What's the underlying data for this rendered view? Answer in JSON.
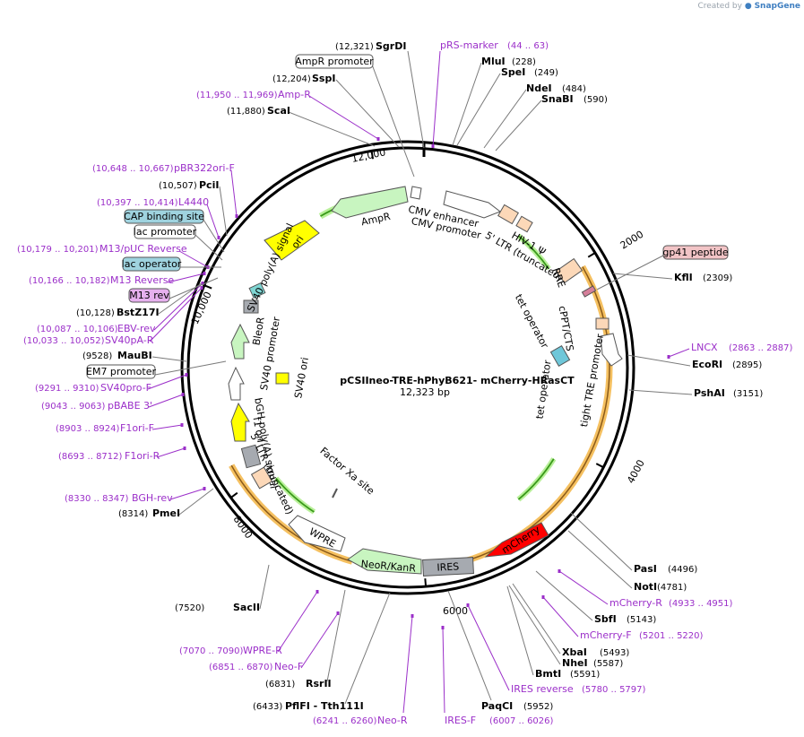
{
  "credit": {
    "prefix": "Created by",
    "brand": "SnapGene"
  },
  "plasmid": {
    "name": "pCSIIneo-TRE-hPhyB621- mCherry-HRasCT",
    "length": "12,323 bp"
  },
  "ruler_ticks": [
    "2000",
    "4000",
    "6000",
    "8000",
    "10,000",
    "12,000"
  ],
  "sites": [
    {
      "name": "SgrDI",
      "pos": "(12,321)"
    },
    {
      "name": "MluI",
      "pos": "(228)"
    },
    {
      "name": "SpeI",
      "pos": "(249)"
    },
    {
      "name": "NdeI",
      "pos": "(484)"
    },
    {
      "name": "SnaBI",
      "pos": "(590)"
    },
    {
      "name": "SspI",
      "pos": "(12,204)"
    },
    {
      "name": "ScaI",
      "pos": "(11,880)"
    },
    {
      "name": "PciI",
      "pos": "(10,507)"
    },
    {
      "name": "KflI",
      "pos": "(2309)"
    },
    {
      "name": "EcoRI",
      "pos": "(2895)"
    },
    {
      "name": "PshAI",
      "pos": "(3151)"
    },
    {
      "name": "BstZ17I",
      "pos": "(10,128)"
    },
    {
      "name": "MauBI",
      "pos": "(9528)"
    },
    {
      "name": "PmeI",
      "pos": "(8314)"
    },
    {
      "name": "PasI",
      "pos": "(4496)"
    },
    {
      "name": "NotI",
      "pos": "(4781)"
    },
    {
      "name": "SbfI",
      "pos": "(5143)"
    },
    {
      "name": "XbaI",
      "pos": "(5493)"
    },
    {
      "name": "NheI",
      "pos": "(5587)"
    },
    {
      "name": "BmtI",
      "pos": "(5591)"
    },
    {
      "name": "PaqCI",
      "pos": "(5952)"
    },
    {
      "name": "SacII",
      "pos": "(7520)"
    },
    {
      "name": "RsrII",
      "pos": "(6831)"
    },
    {
      "name": "PflFI - Tth111I",
      "pos": "(6433)"
    }
  ],
  "primers": [
    {
      "name": "pRS-marker",
      "pos": "(44 .. 63)"
    },
    {
      "name": "Amp-R",
      "pos": "(11,950 .. 11,969)"
    },
    {
      "name": "pBR322ori-F",
      "pos": "(10,648 .. 10,667)"
    },
    {
      "name": "L4440",
      "pos": "(10,397 .. 10,414)"
    },
    {
      "name": "M13/pUC Reverse",
      "pos": "(10,179 .. 10,201)"
    },
    {
      "name": "M13 Reverse",
      "pos": "(10,166 .. 10,182)"
    },
    {
      "name": "EBV-rev",
      "pos": "(10,087 .. 10,106)"
    },
    {
      "name": "SV40pA-R",
      "pos": "(10,033 .. 10,052)"
    },
    {
      "name": "SV40pro-F",
      "pos": "(9291 .. 9310)"
    },
    {
      "name": "pBABE 3'",
      "pos": "(9043 .. 9063)"
    },
    {
      "name": "F1ori-F",
      "pos": "(8903 .. 8924)"
    },
    {
      "name": "F1ori-R",
      "pos": "(8693 .. 8712)"
    },
    {
      "name": "BGH-rev",
      "pos": "(8330 .. 8347)"
    },
    {
      "name": "LNCX",
      "pos": "(2863 .. 2887)"
    },
    {
      "name": "mCherry-R",
      "pos": "(4933 .. 4951)"
    },
    {
      "name": "mCherry-F",
      "pos": "(5201 .. 5220)"
    },
    {
      "name": "IRES reverse",
      "pos": "(5780 .. 5797)"
    },
    {
      "name": "IRES-F",
      "pos": "(6007 .. 6026)"
    },
    {
      "name": "Neo-R",
      "pos": "(6241 .. 6260)"
    },
    {
      "name": "Neo-F",
      "pos": "(6851 .. 6870)"
    },
    {
      "name": "WPRE-R",
      "pos": "(7070 .. 7090)"
    }
  ],
  "boxed_labels": [
    {
      "name": "AmpR promoter",
      "fill": "#ffffff"
    },
    {
      "name": "CAP binding site",
      "fill": "#9fd3df"
    },
    {
      "name": "lac promoter",
      "fill": "#ffffff"
    },
    {
      "name": "lac operator",
      "fill": "#9fd3df"
    },
    {
      "name": "M13 rev",
      "fill": "#e6b0ee"
    },
    {
      "name": "EM7 promoter",
      "fill": "#ffffff"
    },
    {
      "name": "gp41 peptide",
      "fill": "#f2c4c6"
    }
  ],
  "features": [
    "AmpR",
    "ori",
    "CMV enhancer",
    "CMV promoter",
    "HIV-1 Ψ",
    "5' LTR (truncated)",
    "RRE",
    "cPPT/CTS",
    "tet operator",
    "tet operator",
    "tight TRE promoter",
    "SV40 poly(A) signal",
    "BleoR",
    "SV40 promoter",
    "SV40 ori",
    "bGH poly(A) signal",
    "f1 ori",
    "5' LTR (truncated)",
    "Factor Xa site",
    "WPRE",
    "NeoR/KanR",
    "IRES",
    "mCherry"
  ],
  "colors": {
    "primer": "#9b2fc9",
    "backbone": "#000000",
    "orf_green": "#c8f5c0",
    "ori_yellow": "#ffff00",
    "mcherry_red": "#ff0000",
    "ltr_peach": "#fcd8b8",
    "polyA_gray": "#a6aab0",
    "arc_orange": "#f5c060",
    "arc_green": "#3a9a1a"
  }
}
